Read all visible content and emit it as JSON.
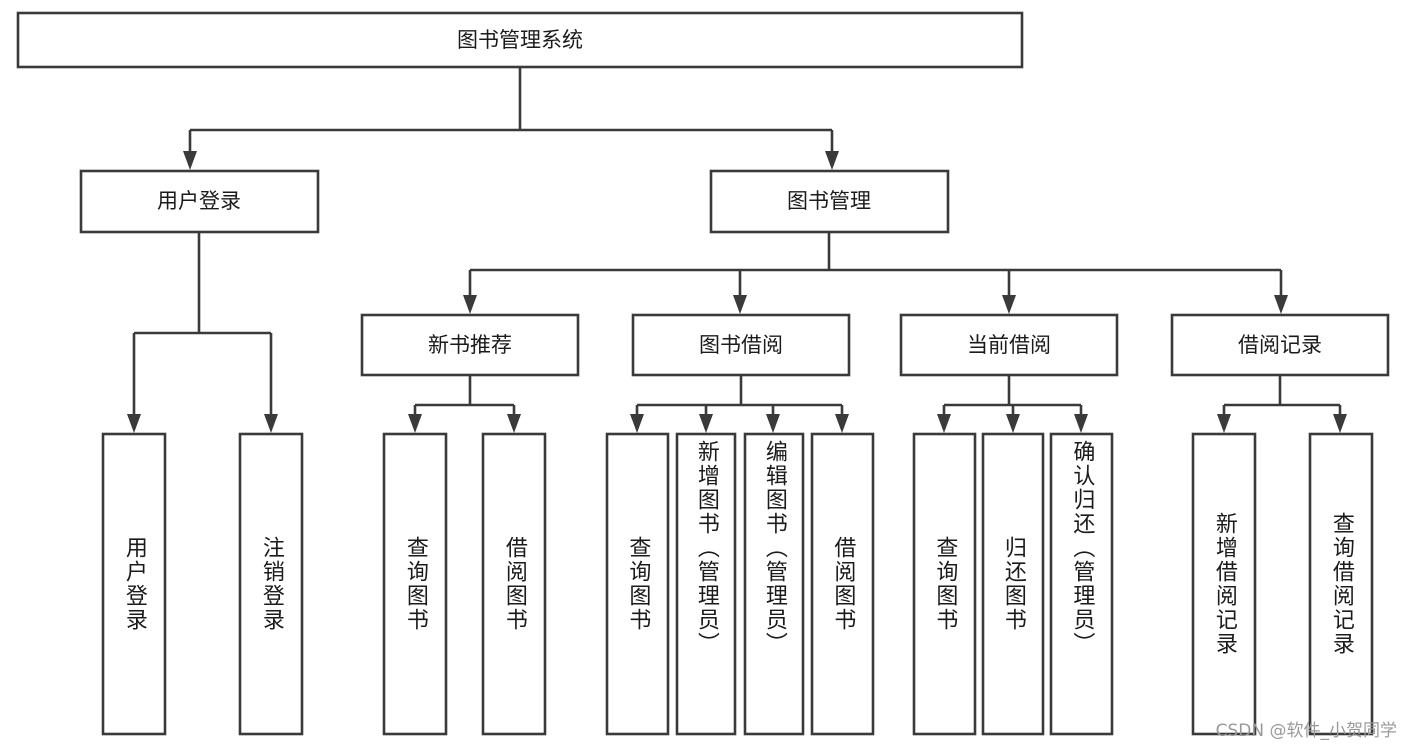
{
  "diagram": {
    "title": "图书管理系统",
    "type": "hierarchy-tree",
    "watermark": "CSDN @软件_小贺同学",
    "colors": {
      "box_stroke": "#3a3a3a",
      "box_fill": "#ffffff",
      "text": "#1b1b1b",
      "connector": "#3a3a3a",
      "watermark": "#9a9a9a",
      "background": "#ffffff"
    },
    "levels": {
      "root": {
        "label": "图书管理系统",
        "orientation": "horizontal"
      },
      "level2": [
        {
          "id": "user-login",
          "label": "用户登录",
          "orientation": "horizontal"
        },
        {
          "id": "book-management",
          "label": "图书管理",
          "orientation": "horizontal"
        }
      ],
      "level3": [
        {
          "id": "new-book-recommend",
          "label": "新书推荐",
          "orientation": "horizontal",
          "parent": "book-management"
        },
        {
          "id": "book-borrow",
          "label": "图书借阅",
          "orientation": "horizontal",
          "parent": "book-management"
        },
        {
          "id": "current-borrow",
          "label": "当前借阅",
          "orientation": "horizontal",
          "parent": "book-management"
        },
        {
          "id": "borrow-record",
          "label": "借阅记录",
          "orientation": "horizontal",
          "parent": "book-management"
        }
      ],
      "leaves": [
        {
          "id": "leaf-user-login",
          "label": "用户登录",
          "orientation": "vertical",
          "parent": "user-login"
        },
        {
          "id": "leaf-user-logout",
          "label": "注销登录",
          "orientation": "vertical",
          "parent": "user-login"
        },
        {
          "id": "leaf-query-book-1",
          "label": "查询图书",
          "orientation": "vertical",
          "parent": "new-book-recommend"
        },
        {
          "id": "leaf-borrow-book-1",
          "label": "借阅图书",
          "orientation": "vertical",
          "parent": "new-book-recommend"
        },
        {
          "id": "leaf-query-book-2",
          "label": "查询图书",
          "orientation": "vertical",
          "parent": "book-borrow"
        },
        {
          "id": "leaf-add-book",
          "label": "新增图书（管理员）",
          "orientation": "vertical",
          "parent": "book-borrow"
        },
        {
          "id": "leaf-edit-book",
          "label": "编辑图书（管理员）",
          "orientation": "vertical",
          "parent": "book-borrow"
        },
        {
          "id": "leaf-borrow-book-2",
          "label": "借阅图书",
          "orientation": "vertical",
          "parent": "book-borrow"
        },
        {
          "id": "leaf-query-book-3",
          "label": "查询图书",
          "orientation": "vertical",
          "parent": "current-borrow"
        },
        {
          "id": "leaf-return-book",
          "label": "归还图书",
          "orientation": "vertical",
          "parent": "current-borrow"
        },
        {
          "id": "leaf-confirm-return",
          "label": "确认归还（管理员）",
          "orientation": "vertical",
          "parent": "current-borrow"
        },
        {
          "id": "leaf-add-record",
          "label": "新增借阅记录",
          "orientation": "vertical",
          "parent": "borrow-record"
        },
        {
          "id": "leaf-query-record",
          "label": "查询借阅记录",
          "orientation": "vertical",
          "parent": "borrow-record"
        }
      ]
    }
  }
}
